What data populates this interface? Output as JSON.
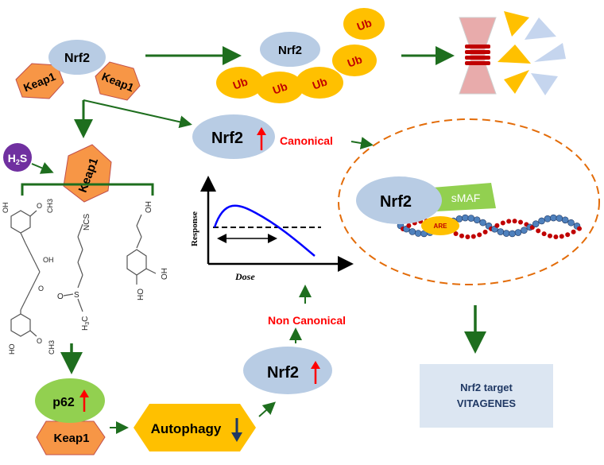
{
  "labels": {
    "nrf2": "Nrf2",
    "keap1": "Keap1",
    "ub": "Ub",
    "h2s_main": "H",
    "h2s_sub": "2",
    "h2s_end": "S",
    "canonical": "Canonical",
    "non_canonical": "Non Canonical",
    "p62": "p62",
    "autophagy": "Autophagy",
    "smaf": "sMAF",
    "are": "ARE",
    "response": "Response",
    "dose": "Dose",
    "target_line1": "Nrf2 target",
    "target_line2": "VITAGENES",
    "ncs": "NCS",
    "oh": "OH",
    "ho": "HO",
    "o": "O",
    "s": "S",
    "ch3": "CH",
    "h3c": "H",
    "sub3": "3",
    "methoxy": "O",
    "ch3_label": "CH3"
  },
  "colors": {
    "oval": "#b8cce4",
    "orange": "#f79646",
    "ub_yellow": "#ffc000",
    "ub_text": "#c00000",
    "green_arrow": "#1e6e1e",
    "red_text": "#ff0000",
    "lightgreen": "#92d050",
    "purple": "#7030a0",
    "target_box": "#dce6f2",
    "navy": "#1f3864"
  },
  "curve": {
    "description_free": true
  }
}
